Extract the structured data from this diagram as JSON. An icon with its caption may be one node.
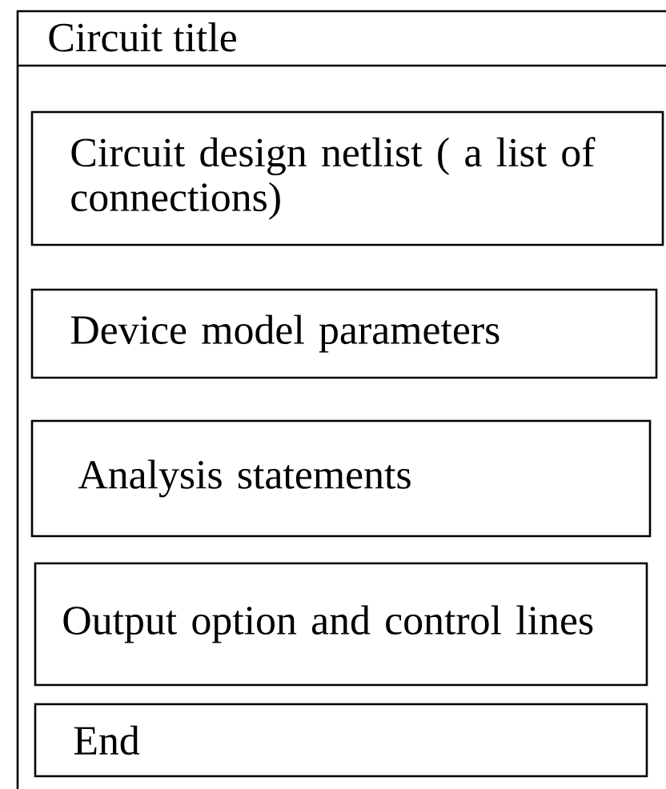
{
  "diagram": {
    "nodes": [
      {
        "text": [
          "Circuit title"
        ]
      },
      {
        "text": [
          "Circuit design netlist ( a list of connections)"
        ],
        "in": 0
      },
      {
        "text": [
          "Device model parameters"
        ],
        "in": 0
      },
      {
        "text": [
          "Analysis statements"
        ],
        "in": 0
      },
      {
        "text": [
          "Output option and control lines"
        ],
        "in": 0
      },
      {
        "text": [
          "End"
        ],
        "in": 0
      }
    ]
  }
}
